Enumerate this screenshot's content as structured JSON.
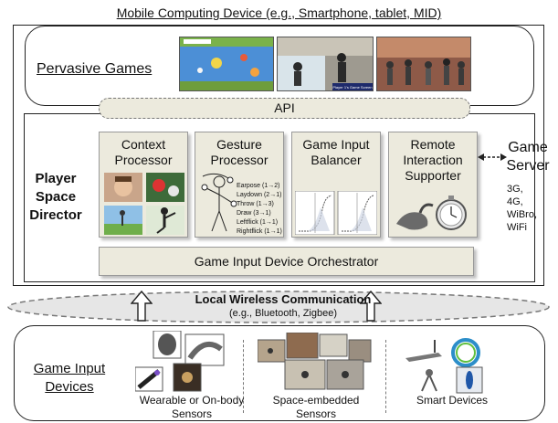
{
  "title": "Mobile Computing Device (e.g., Smartphone, tablet, MID)",
  "pervasive_games": {
    "label": "Pervasive Games"
  },
  "api": {
    "label": "API"
  },
  "psd": {
    "label": "Player Space Director",
    "modules": [
      {
        "title": "Context Processor"
      },
      {
        "title": "Gesture Processor",
        "gestures": [
          "Earpose (1→2)",
          "Laydown (2→1)",
          "Throw (1→3)",
          "Draw (3→1)",
          "Leftflick (1→1)",
          "Rightflick (1→1)"
        ]
      },
      {
        "title": "Game Input Balancer"
      },
      {
        "title": "Remote Interaction Supporter"
      }
    ],
    "orchestrator": "Game Input Device Orchestrator"
  },
  "game_server": {
    "label": "Game Server",
    "networks": [
      "3G,",
      "4G,",
      "WiBro,",
      "WiFi"
    ]
  },
  "wireless": {
    "label": "Local Wireless Communication",
    "sub": "(e.g., Bluetooth, Zigbee)"
  },
  "devices": {
    "label": "Game Input Devices",
    "groups": [
      {
        "caption": "Wearable or On-body Sensors"
      },
      {
        "caption": "Space-embedded Sensors"
      },
      {
        "caption": "Smart Devices"
      }
    ]
  },
  "screenshot_texts": {
    "game_screen": "Player 1's Game Screen"
  }
}
